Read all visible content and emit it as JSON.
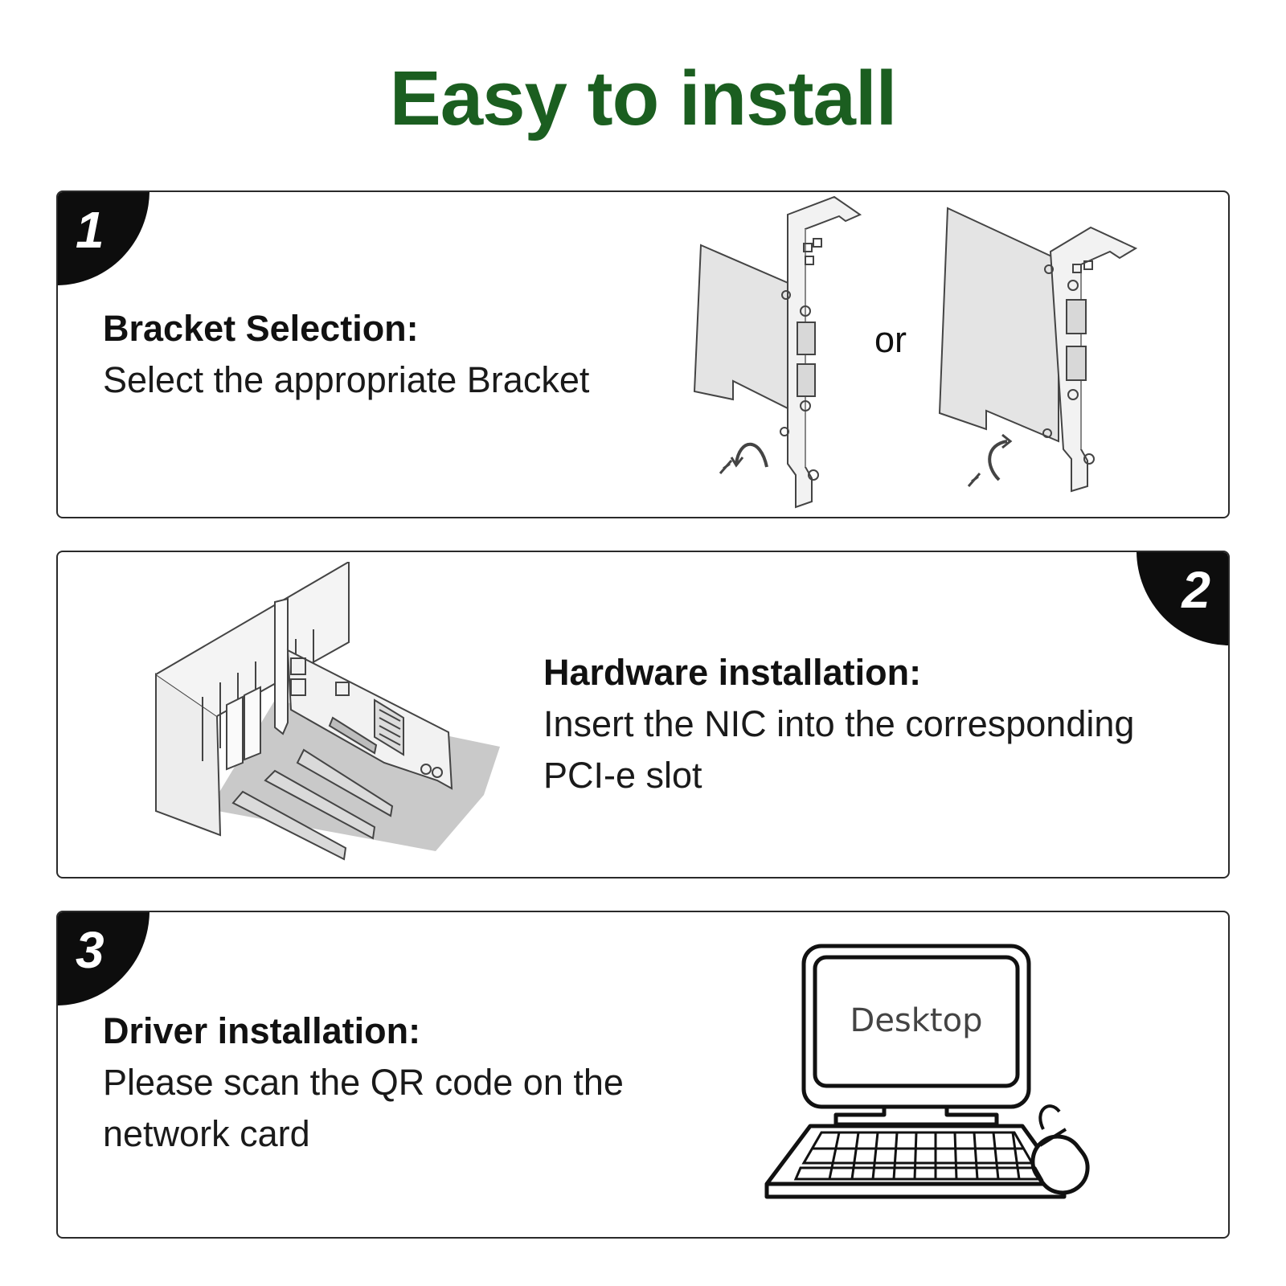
{
  "title": "Easy to install",
  "colors": {
    "title": "#1b5e20",
    "badge": "#0d0d0d",
    "border": "#2a2a2a"
  },
  "steps": [
    {
      "number": "1",
      "heading": "Bracket Selection:",
      "lines": [
        "Select the appropriate Bracket"
      ],
      "connector": "or"
    },
    {
      "number": "2",
      "heading": "Hardware installation:",
      "lines": [
        "Insert the NIC into the corresponding",
        "PCI-e slot"
      ]
    },
    {
      "number": "3",
      "heading": "Driver installation:",
      "lines": [
        "Please scan the QR code on the",
        "network card"
      ],
      "screen_label": "Desktop"
    }
  ],
  "icons": [
    "full-height-bracket-card-icon",
    "low-profile-bracket-card-icon",
    "pcie-slot-installation-icon",
    "desktop-computer-icon"
  ]
}
